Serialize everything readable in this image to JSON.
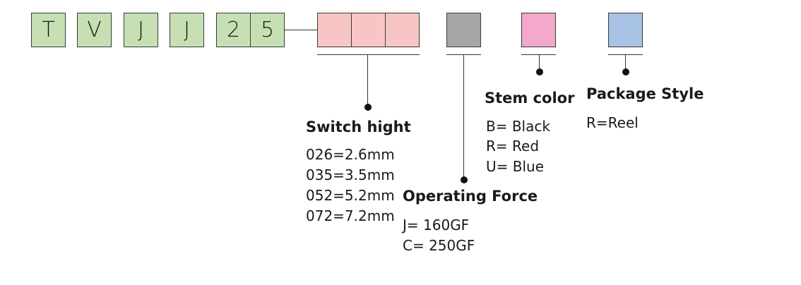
{
  "code_letters": [
    "T",
    "V",
    "J",
    "J",
    "2",
    "5"
  ],
  "colors": {
    "fixed_code": "#c6e0b4",
    "switch_hight": "#f7c6c4",
    "operating_force": "#a6a6a6",
    "stem_color": "#f4a8ca",
    "package_style": "#a9c3e6"
  },
  "switch_hight": {
    "title": "Switch hight",
    "options": [
      "026=2.6mm",
      "035=3.5mm",
      "052=5.2mm",
      "072=7.2mm"
    ]
  },
  "operating_force": {
    "title": "Operating Force",
    "options": [
      "J=  160GF",
      "C= 250GF"
    ]
  },
  "stem_color": {
    "title": "Stem color",
    "options": [
      "B= Black",
      "R= Red",
      "U= Blue"
    ]
  },
  "package_style": {
    "title": "Package Style",
    "options": [
      "R=Reel"
    ]
  }
}
